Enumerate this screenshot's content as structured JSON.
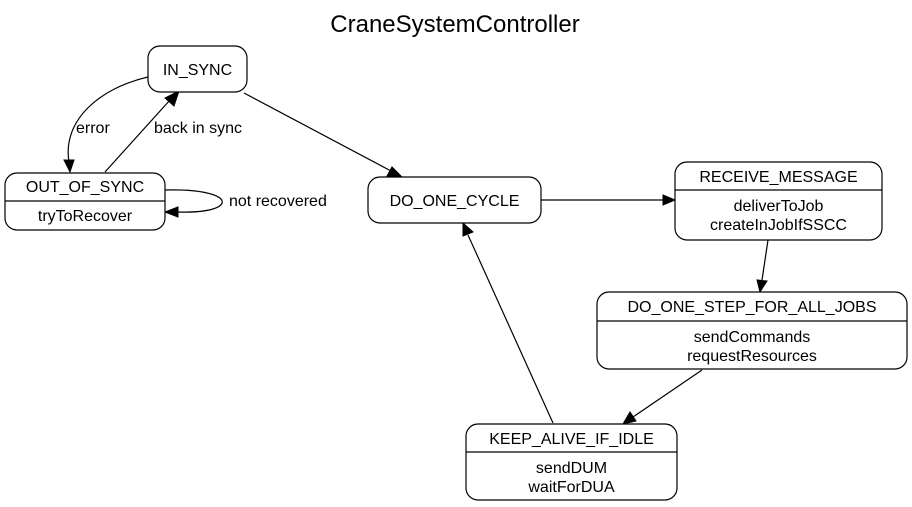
{
  "diagram": {
    "title": "CraneSystemController",
    "states": {
      "in_sync": {
        "name": "IN_SYNC",
        "actions": []
      },
      "out_of_sync": {
        "name": "OUT_OF_SYNC",
        "actions": [
          "tryToRecover"
        ]
      },
      "do_one_cycle": {
        "name": "DO_ONE_CYCLE",
        "actions": []
      },
      "receive_message": {
        "name": "RECEIVE_MESSAGE",
        "actions": [
          "deliverToJob",
          "createInJobIfSSCC"
        ]
      },
      "do_one_step": {
        "name": "DO_ONE_STEP_FOR_ALL_JOBS",
        "actions": [
          "sendCommands",
          "requestResources"
        ]
      },
      "keep_alive": {
        "name": "KEEP_ALIVE_IF_IDLE",
        "actions": [
          "sendDUM",
          "waitForDUA"
        ]
      }
    },
    "transitions": {
      "error": "error",
      "back_in_sync": "back in sync",
      "not_recovered": "not recovered"
    }
  }
}
